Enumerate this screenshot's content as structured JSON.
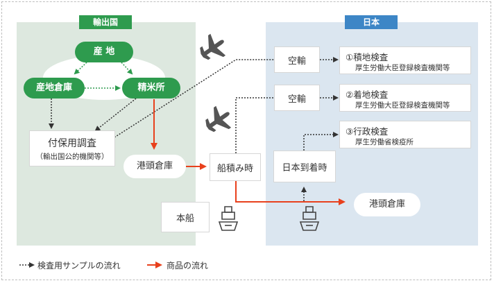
{
  "export_country": {
    "label": "輸出国",
    "color": "#2e9b4e"
  },
  "japan": {
    "label": "日本",
    "color": "#3d86c6"
  },
  "nodes": {
    "production_area": "産 地",
    "production_warehouse": "産地倉庫",
    "rice_mill": "精米所",
    "inspection_title": "付保用調査",
    "inspection_sub": "（輸出国公的機関等）",
    "port_warehouse_export": "港頭倉庫",
    "loading": "船積み時",
    "ship": "本船",
    "air_1": "空輸",
    "air_2": "空輸",
    "arrival": "日本到着時",
    "port_warehouse_japan": "港頭倉庫"
  },
  "inspections": [
    {
      "title": "①積地検査",
      "sub": "厚生労働大臣登録検査機関等"
    },
    {
      "title": "②着地検査",
      "sub": "厚生労働大臣登録検査機関等"
    },
    {
      "title": "③行政検査",
      "sub": "厚生労働省検疫所"
    }
  ],
  "legend": {
    "sample_flow": "検査用サンプルの流れ",
    "product_flow": "商品の流れ"
  },
  "icons": [
    "airplane-icon",
    "airplane-icon",
    "ship-icon",
    "ship-icon"
  ],
  "colors": {
    "product_arrow": "#e8401c",
    "sample_arrow": "#333333",
    "green_bg": "#dde8df",
    "blue_bg": "#dbe6f0"
  }
}
